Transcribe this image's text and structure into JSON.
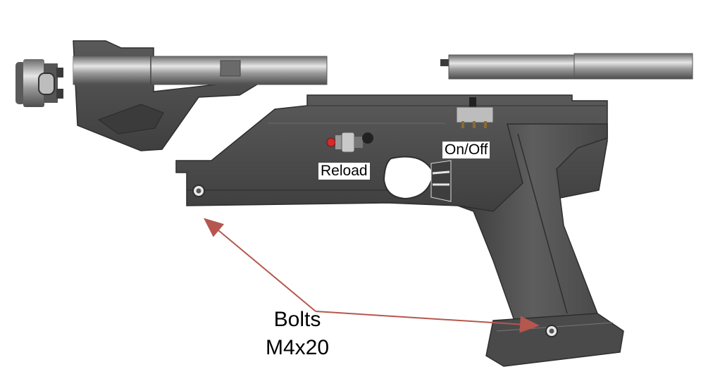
{
  "labels": {
    "reload": "Reload",
    "on_off": "On/Off",
    "bolts_line1": "Bolts",
    "bolts_line2": "M4x20"
  },
  "colors": {
    "body_dark": "#4a4a4a",
    "body_mid": "#5d5d5d",
    "body_light": "#8a8a8a",
    "edge": "#2e2e2e",
    "highlight": "#d8d8d8",
    "arrow": "#b5574f",
    "button_red": "#d42a2a"
  }
}
